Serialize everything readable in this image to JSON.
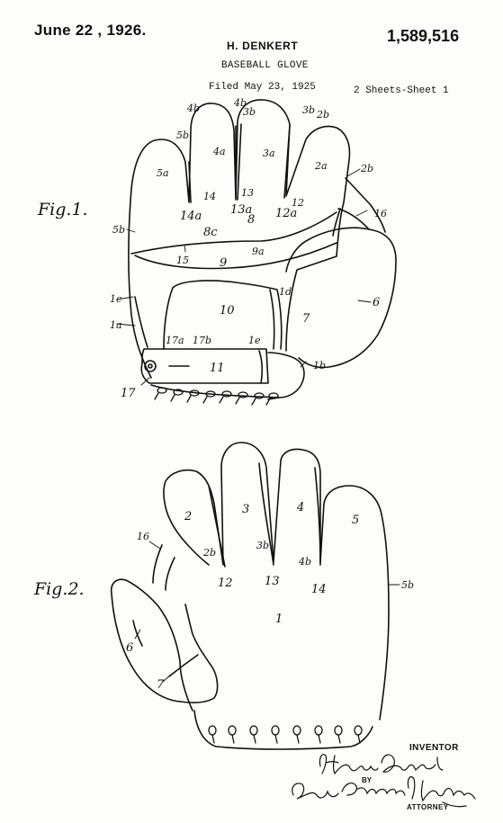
{
  "header": {
    "date": "June 22 , 1926.",
    "patent_number": "1,589,516",
    "inventor": "H. DENKERT",
    "title": "BASEBALL GLOVE",
    "filed": "Filed May 23, 1925",
    "sheets": "2 Sheets-Sheet 1"
  },
  "figures": {
    "fig1_label": "Fig.1.",
    "fig2_label": "Fig.2."
  },
  "fig1_refs": {
    "r4b_a": "4b",
    "r4b_b": "4b",
    "r3b_a": "3b",
    "r3b_b": "3b",
    "r2b_top": "2b",
    "r5b": "5b",
    "r4a": "4a",
    "r3a": "3a",
    "r2a": "2a",
    "r2b_side": "2b",
    "r5a": "5a",
    "r14": "14",
    "r13": "13",
    "r12": "12",
    "r14a": "14a",
    "r13a": "13a",
    "r12a": "12a",
    "r8": "8",
    "r16": "16",
    "r5b_side": "5b",
    "r8c": "8c",
    "r9a": "9a",
    "r15": "15",
    "r9": "9",
    "r1d": "1d",
    "r6": "6",
    "r1c": "1c",
    "r10": "10",
    "r7": "7",
    "r1a": "1a",
    "r17a": "17a",
    "r17b": "17b",
    "r1e": "1e",
    "r11": "11",
    "r1b": "1b",
    "r17": "17"
  },
  "fig2_refs": {
    "r2": "2",
    "r3": "3",
    "r4": "4",
    "r5": "5",
    "r16": "16",
    "r2b": "2b",
    "r3b": "3b",
    "r4b": "4b",
    "r12": "12",
    "r13": "13",
    "r14": "14",
    "r5b": "5b",
    "r1": "1",
    "r6": "6",
    "r7": "7"
  },
  "signature": {
    "inventor_label": "INVENTOR",
    "inventor_signature": "Henry Denkert",
    "by_label": "BY",
    "attorney_signature": "Louis Prevost Whitaker",
    "attorney_label": "ATTORNEY"
  },
  "colors": {
    "ink": "#111111",
    "paper": "#fdfdfb"
  }
}
